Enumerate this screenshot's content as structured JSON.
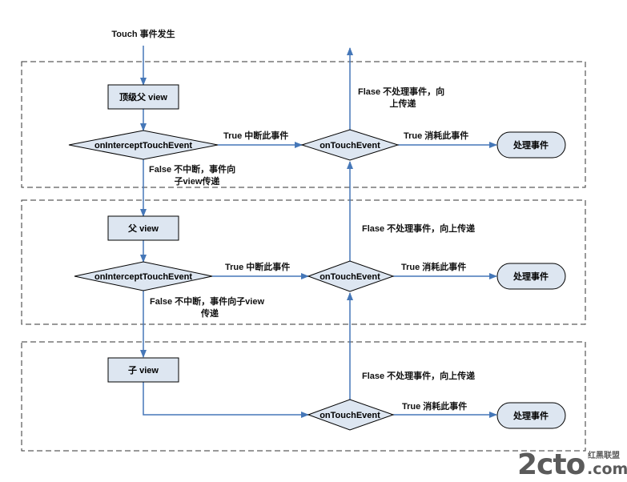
{
  "start_label": "Touch 事件发生",
  "top": {
    "view_label": "顶级父 view",
    "intercept_label": "onInterceptTouchEvent",
    "true_intercept_label": "True  中断此事件",
    "ontouch_label": "onTouchEvent",
    "true_consume_label": "True  消耗此事件",
    "handle_label": "处理事件",
    "false_label_1": "False  不中断，事件向",
    "false_label_2": "子view传递",
    "flase_label_1": "Flase  不处理事件，向",
    "flase_label_2": "上传递"
  },
  "middle": {
    "view_label": "父  view",
    "intercept_label": "onInterceptTouchEvent",
    "true_intercept_label": "True  中断此事件",
    "ontouch_label": "onTouchEvent",
    "true_consume_label": "True  消耗此事件",
    "handle_label": "处理事件",
    "false_label_1": "False  不中断，事件向子view",
    "false_label_2": "传递",
    "flase_label": "Flase  不处理事件，向上传递"
  },
  "bottom": {
    "view_label": "子  view",
    "ontouch_label": "onTouchEvent",
    "true_consume_label": "True  消耗此事件",
    "handle_label": "处理事件",
    "flase_label": "Flase  不处理事件，向上传递"
  },
  "watermark": {
    "logo_text": "2cto",
    "dot_com": ".com",
    "site_cn": "红黑联盟"
  },
  "colors": {
    "shape_fill": "#dde6f1",
    "arrow": "#4577b8",
    "dash": "#333333",
    "watermark": "#5a5a5a",
    "watermark_accent": "#e0752b"
  }
}
